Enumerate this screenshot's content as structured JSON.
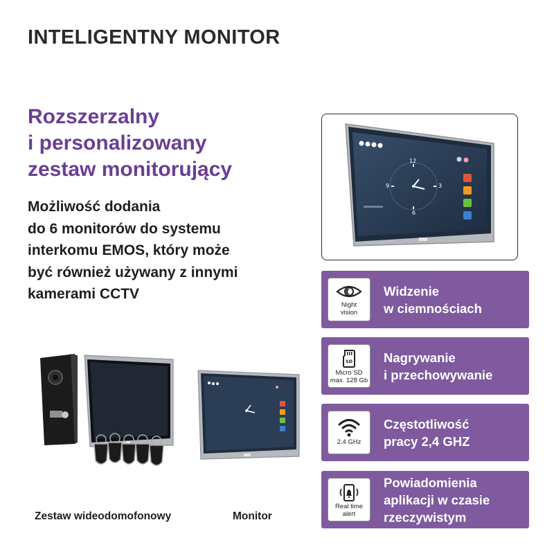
{
  "page": {
    "title": "INTELIGENTNY MONITOR"
  },
  "headline": {
    "lines": [
      "Rozszerzalny",
      "i personalizowany",
      "zestaw monitorujący"
    ]
  },
  "description": {
    "lines": [
      "Możliwość dodania",
      "do 6 monitorów do systemu",
      "interkomu EMOS, który może",
      "być również używany z innymi",
      "kamerami CCTV"
    ]
  },
  "features": [
    {
      "icon": "night-vision-eye-icon",
      "caption": [
        "Night",
        "vision"
      ],
      "text": [
        "Widzenie",
        "w ciemnościach"
      ]
    },
    {
      "icon": "micro-sd-card-icon",
      "caption": [
        "Micro SD",
        "max. 128 Gb"
      ],
      "text": [
        "Nagrywanie",
        "i przechowywanie"
      ]
    },
    {
      "icon": "wifi-icon",
      "caption": [
        "2.4 GHz"
      ],
      "text": [
        "Częstotliwość",
        "pracy 2,4 GHZ"
      ]
    },
    {
      "icon": "phone-alert-icon",
      "caption": [
        "Real time",
        "alert"
      ],
      "text": [
        "Powiadomienia",
        "aplikacji w czasie",
        "rzeczywistym"
      ]
    }
  ],
  "device_screen": {
    "clock_numbers": [
      "12",
      "3",
      "6",
      "9"
    ]
  },
  "bottom_labels": {
    "kit": "Zestaw wideodomofonowy",
    "monitor": "Monitor"
  },
  "colors": {
    "accent_purple": "#6a3f92",
    "card_purple": "#7f5a9e",
    "text_dark": "#1e1e1e",
    "monitor_frame": "#a9adb2",
    "screen_dark": "#27364a"
  }
}
